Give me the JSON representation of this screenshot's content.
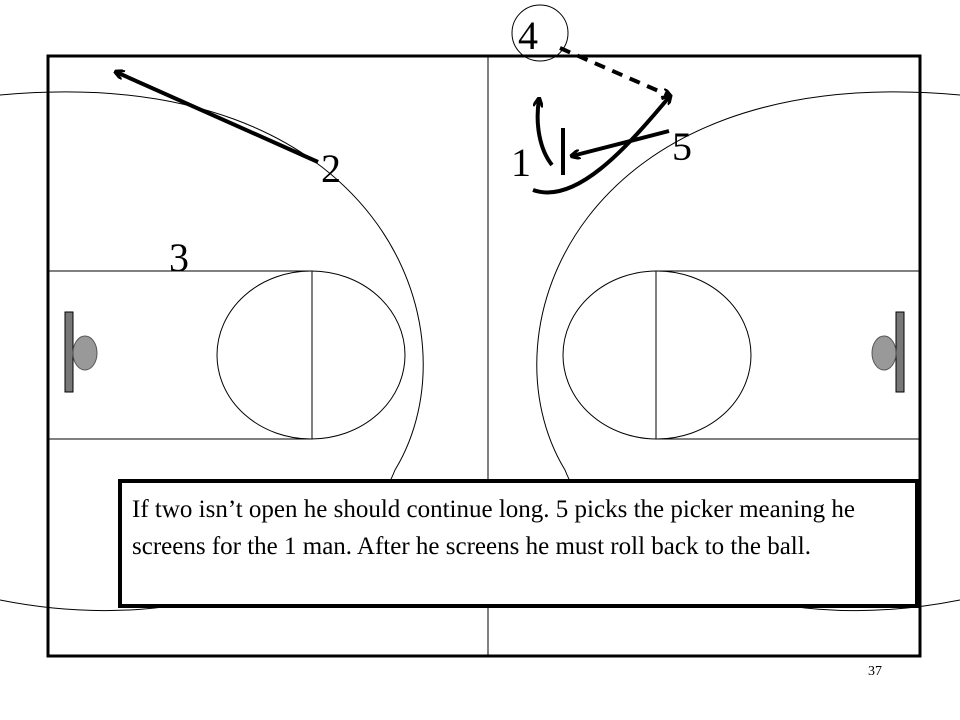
{
  "players": {
    "p1": "1",
    "p2": "2",
    "p3": "3",
    "p4": "4",
    "p5": "5"
  },
  "caption": "If two isn’t open he should continue long.  5 picks the picker meaning he screens for the 1 man. After he screens he must roll back to the ball.",
  "page_number": "37",
  "colors": {
    "lines": "#000000",
    "backboard": "#777777",
    "rim": "#999999"
  }
}
